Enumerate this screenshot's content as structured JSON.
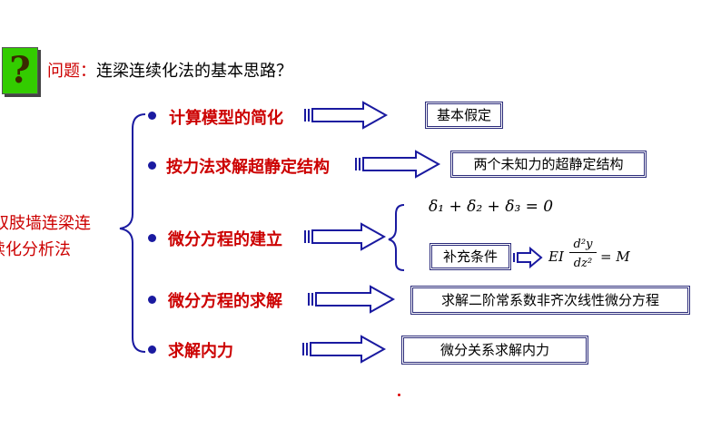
{
  "question": {
    "label": "问题：",
    "text": "连梁连续化法的基本思路？",
    "badge_icon": "?"
  },
  "topic": {
    "line1": "双肢墙连梁连",
    "line2": "续化分析法"
  },
  "steps": [
    {
      "label": "计算模型的简化",
      "result": "基本假定"
    },
    {
      "label": "按力法求解超静定结构",
      "result": "两个未知力的超静定结构"
    },
    {
      "label": "微分方程的建立",
      "result": ""
    },
    {
      "label": "微分方程的求解",
      "result": "求解二阶常系数非齐次线性微分方程"
    },
    {
      "label": "求解内力",
      "result": "微分关系求解内力"
    }
  ],
  "equation_block": {
    "compat_eq": "δ₁ + δ₂ + δ₃ = 0",
    "supplement_label": "补充条件",
    "ode_lhs": "EI",
    "ode_num": "d²y",
    "ode_den": "dz²",
    "ode_rhs": "= M"
  },
  "colors": {
    "accent_red": "#cc0000",
    "arrow_blue": "#1a1aa0",
    "badge_green": "#33cc00"
  }
}
